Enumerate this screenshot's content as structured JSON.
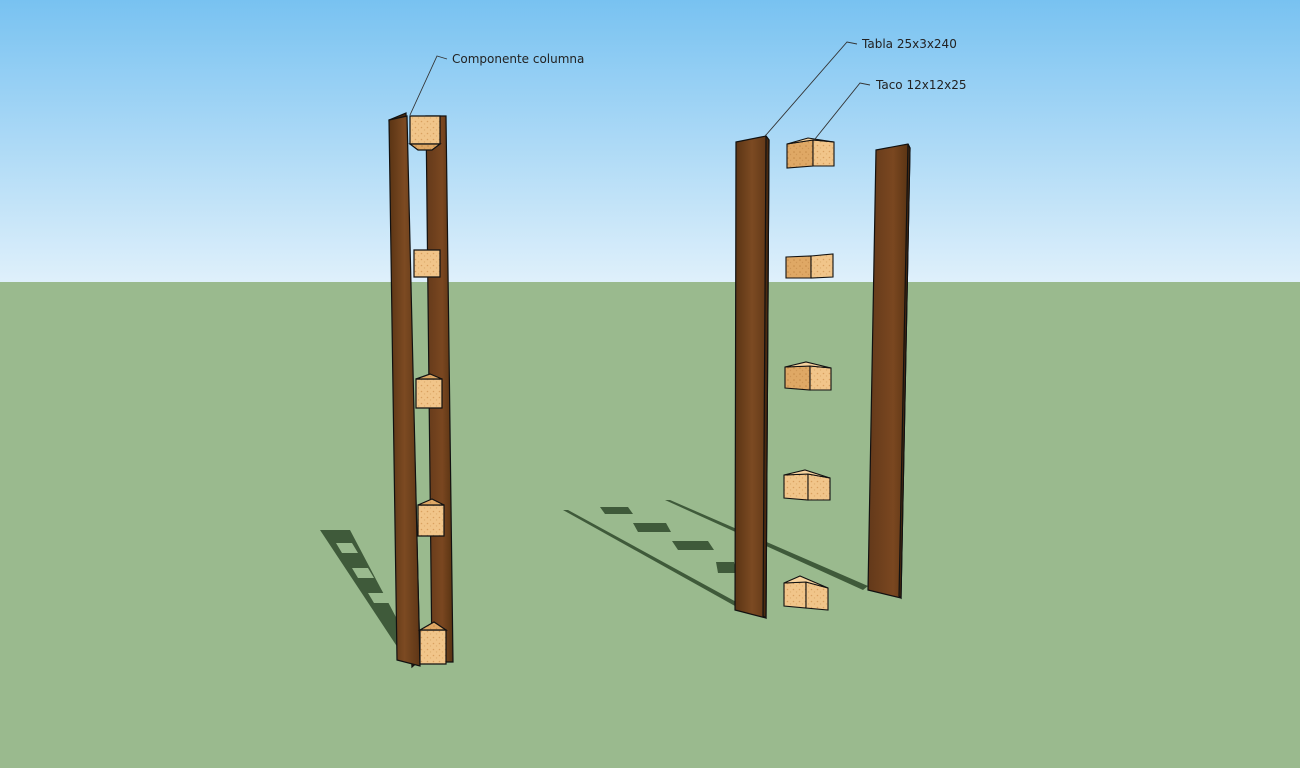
{
  "labels": {
    "column_component": "Componente columna",
    "board": "Tabla 25x3x240",
    "block": "Taco 12x12x25"
  },
  "colors": {
    "sky_top": "#78c2f1",
    "sky_bottom": "#dff0fb",
    "ground": "#9aba8e",
    "wood_dark": "#5a3414",
    "wood_mid": "#7c4a22",
    "block_light": "#f1c58a",
    "block_dark": "#d9a060",
    "shadow": "#3f5a3a"
  }
}
